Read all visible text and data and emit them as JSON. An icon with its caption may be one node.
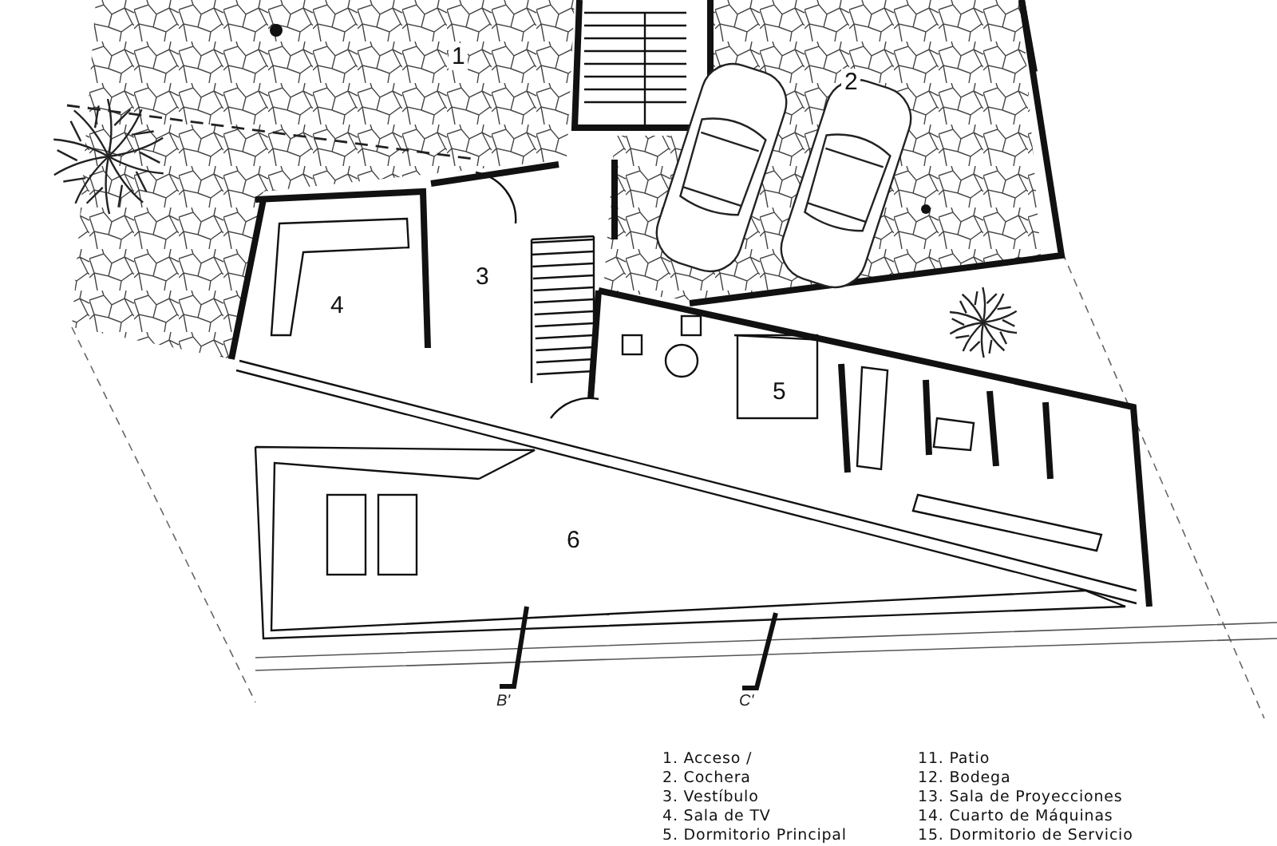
{
  "diagram": {
    "labels": [
      "1",
      "2",
      "3",
      "4",
      "5",
      "6",
      "B'",
      "C'",
      "1. Acceso /",
      "2. Cochera",
      "3. Vestíbulo",
      "4. Sala de TV",
      "5. Dormitorio Principal",
      "11. Patio",
      "12. Bodega",
      "13. Sala de Proyecciones",
      "14. Cuarto de Máquinas",
      "15. Dormitorio de Servicio"
    ]
  }
}
